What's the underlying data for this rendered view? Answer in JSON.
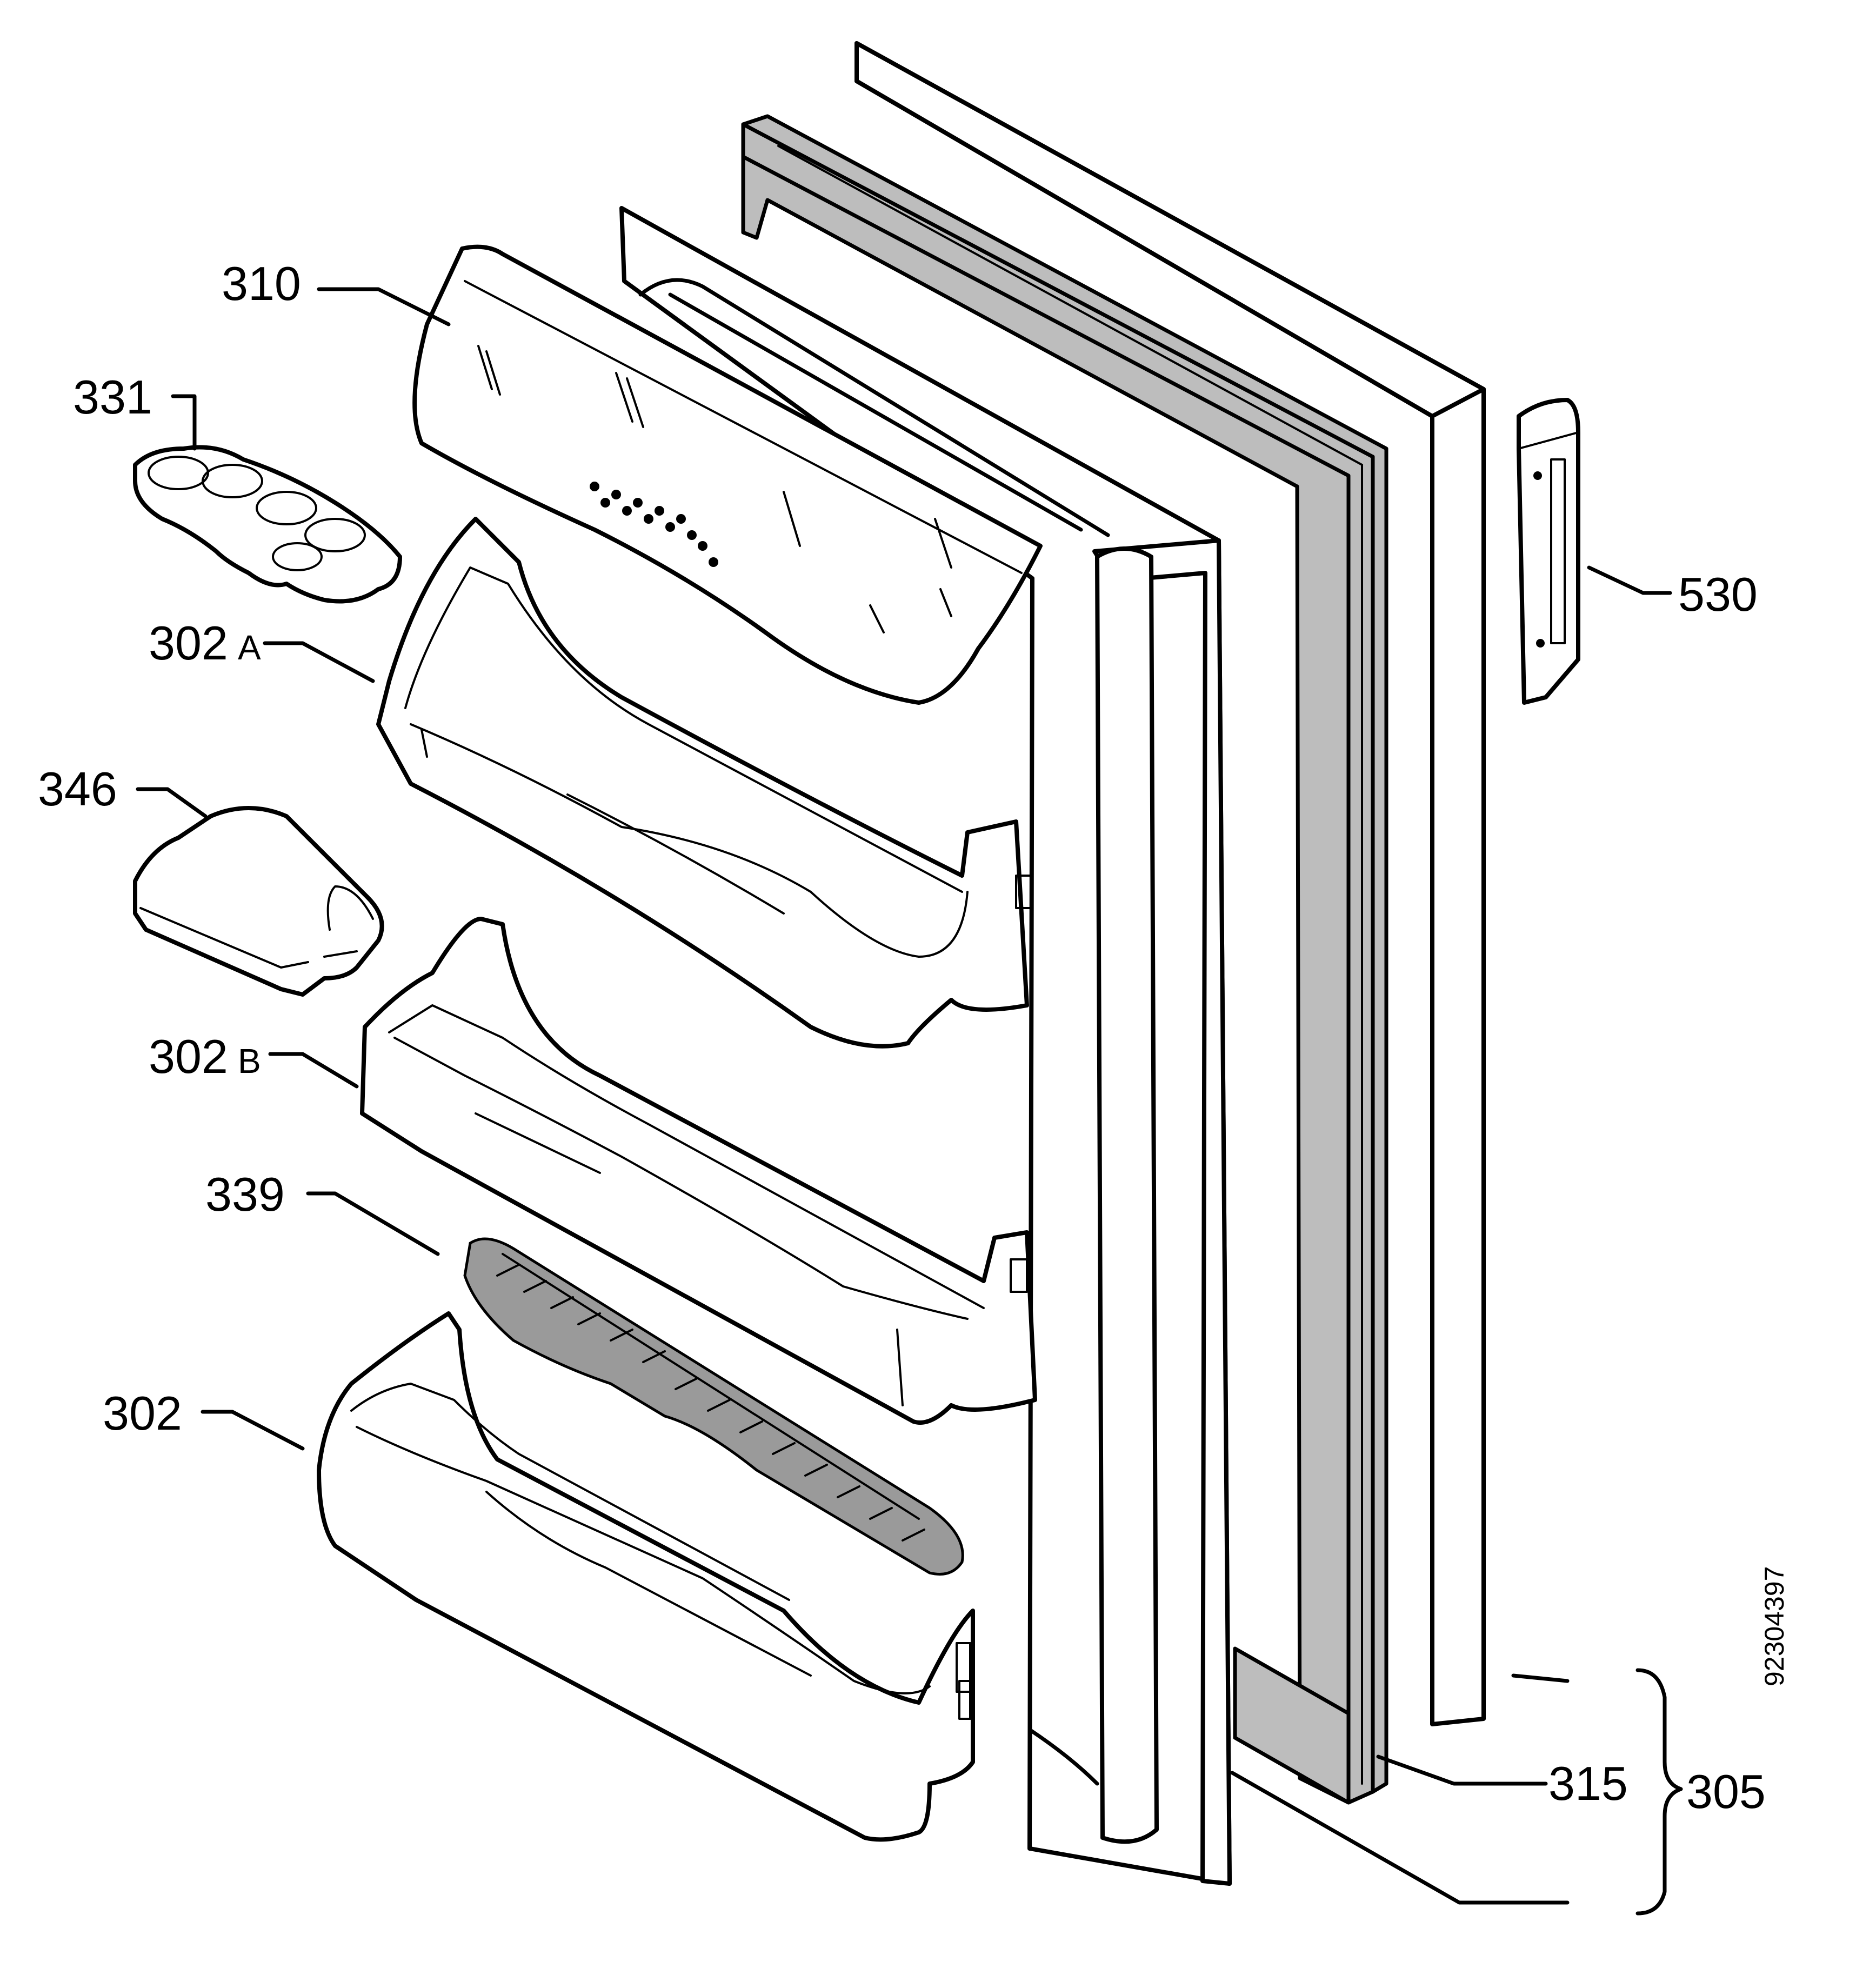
{
  "labels": {
    "p310": "310",
    "p331": "331",
    "p302a": "302",
    "p302a_suffix": "A",
    "p346": "346",
    "p302b": "302",
    "p302b_suffix": "B",
    "p339": "339",
    "p302": "302",
    "p530": "530",
    "p315": "315",
    "p305": "305"
  },
  "document_number": "92304397",
  "colors": {
    "line": "#000000",
    "background": "#ffffff",
    "gasket": "#bdbdbd"
  }
}
